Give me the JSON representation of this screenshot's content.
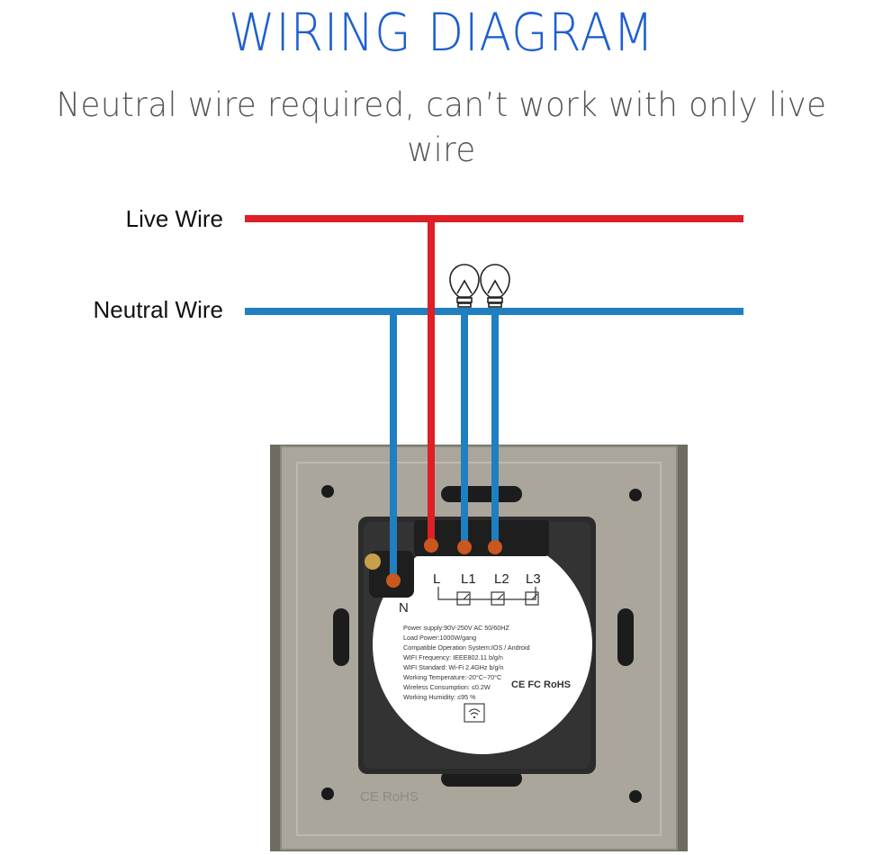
{
  "header": {
    "title": "WIRING DIAGRAM",
    "subtitle": "Neutral wire required, can’t work with only live wire"
  },
  "wires": {
    "live_label": "Live Wire",
    "neutral_label": "Neutral Wire"
  },
  "switch": {
    "terminals": [
      "L",
      "L1",
      "L2",
      "L3"
    ],
    "neutral_terminal": "N",
    "specs": [
      "Power supply:90V-250V AC  50/60HZ",
      "Load Power:1000W/gang",
      "Compatible Operation System:IOS / Android",
      "WIFI Frequency: IEEE802.11 b/g/n",
      "WIFI Standard: Wi-Fi 2.4GHz b/g/n",
      "Working Temperature:-20°C~70°C",
      "Wireless Consumption: ≤0.2W",
      "Working Humidity: ≤95 %"
    ],
    "cert_marks": "CE FC RoHS",
    "frame_marks": "CE RoHS"
  },
  "colors": {
    "title": "#1f5fd0",
    "subtitle": "#555555",
    "live": "#dd1f26",
    "neutral": "#1f7fc0",
    "frame": "#a8a499",
    "body": "#2b2b2b",
    "terminal": "#c9571f"
  }
}
